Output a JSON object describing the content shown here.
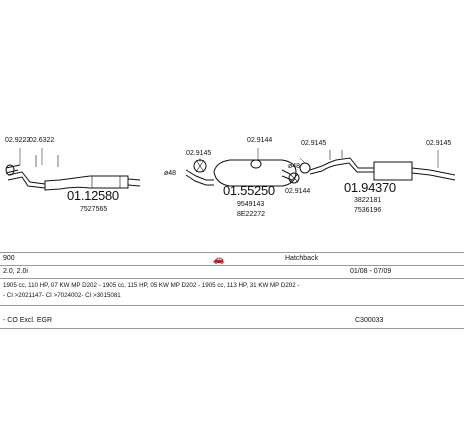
{
  "diagram": {
    "parts": [
      {
        "id": "p1a",
        "text": "02.9222"
      },
      {
        "id": "p1b",
        "text": "02.6322"
      },
      {
        "id": "p1main",
        "text": "01.12580"
      },
      {
        "id": "p1ref",
        "text": "7527565"
      },
      {
        "id": "clamp1",
        "text": "02.9145"
      },
      {
        "id": "dia48a",
        "text": "ø48"
      },
      {
        "id": "p2top",
        "text": "02.9144"
      },
      {
        "id": "p2main",
        "text": "01.55250"
      },
      {
        "id": "p2ref1",
        "text": "9549143"
      },
      {
        "id": "p2ref2",
        "text": "8E22272"
      },
      {
        "id": "dia48b",
        "text": "ø48"
      },
      {
        "id": "p3a",
        "text": "02.9145"
      },
      {
        "id": "p3b",
        "text": "02.9144"
      },
      {
        "id": "p3main",
        "text": "01.94370"
      },
      {
        "id": "p3ref1",
        "text": "3822181"
      },
      {
        "id": "p3ref2",
        "text": "7536196"
      },
      {
        "id": "p4",
        "text": "02.9145"
      }
    ]
  },
  "info": {
    "row1": {
      "model": "900",
      "body": "Hatchback",
      "car_icon": "car-icon"
    },
    "row2": {
      "engine": "2.0, 2.0i",
      "dates": "01/08 - 07/09"
    },
    "row3": {
      "line1": "1905 cc, 110 HP, 07 KW MP D202 - 1905 cc, 115 HP, 05 KW MP D202 - 1905 cc, 113 HP, 31 KW MP D202 -",
      "line2": "- CI >2021147- CI >7024002- CI >3015081"
    },
    "row4": {
      "desc": "- CO Excl. EGR",
      "code": "C300033"
    }
  }
}
